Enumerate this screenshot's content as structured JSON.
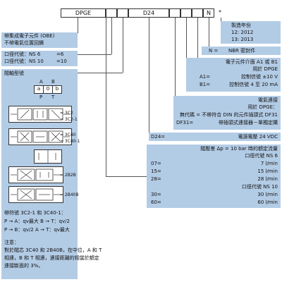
{
  "model_code": {
    "part1": "DPGE",
    "part2": "D24",
    "part3": "N",
    "part4": "*"
  },
  "obe": {
    "line1": "帶集成電子元件 (OBE)",
    "line2": "不帶電氣位置回饋"
  },
  "size": {
    "row1_label": "口徑代號：NS 6",
    "row1_value": "=6",
    "row2_label": "口徑代號：NS 10",
    "row2_value": "=10"
  },
  "spool": {
    "title": "閥軸型號",
    "labels": [
      "a",
      "0",
      "b"
    ],
    "top_ports": [
      "A",
      "B"
    ],
    "bottom_ports": [
      "P",
      "T"
    ],
    "codes1": [
      "= 3C2",
      "= 3C2-1"
    ],
    "codes2": [
      "= 3C40",
      "= 3C40-1"
    ],
    "code3": "= 2B2B",
    "code4": "= 2B40B",
    "note_line1": "帶符號 3C2-1 和 3C40-1：",
    "note_line2": "P → A：qv最大   B → T：qv/2",
    "note_line3": "P → B：qv/2   A → T：qv最大",
    "attention_title": "注意：",
    "attention_line1": "對於閥芯 3C40 和 2B40B，在中位，A 和 T",
    "attention_line2": "相連，B 和 T 相連，連接距離的相當於額定",
    "attention_line3": "連接斷面的 3%。"
  },
  "year": {
    "title": "製造年份",
    "line1": "12: 2012",
    "line2": "13: 2013"
  },
  "seal": {
    "left": "N =",
    "right": "NBR 密封件"
  },
  "interface": {
    "line1": "電子元件介面 A1 或 B1",
    "line2": "用於 DPGE",
    "a1_label": "A1=",
    "a1_value": "控制信號 ±10 V",
    "b1_label": "B1=",
    "b1_value": "控制信號 4 至 20 mA"
  },
  "connection": {
    "line1": "電氣連接",
    "line2": "用於 DPGE：",
    "line3": "無代碼 = 不帶符合 DIN 的元件插頭式 DF31",
    "line4_label": "DF31=",
    "line4_value": "帶插頭式連接器－單獨定購"
  },
  "voltage": {
    "label": "D24=",
    "value": "電源電壓 24 VDC"
  },
  "flow": {
    "title": "閥壓差 Δp = 10 bar 時的額定流量",
    "ns6_title": "口徑代號 NS 6",
    "ns6_rows": [
      {
        "code": "07=",
        "value": "7 l/min"
      },
      {
        "code": "15=",
        "value": "15 l/min"
      },
      {
        "code": "28=",
        "value": "28 l/min"
      }
    ],
    "ns10_title": "口徑代號 NS 10",
    "ns10_rows": [
      {
        "code": "30=",
        "value": "30 l/min"
      },
      {
        "code": "60=",
        "value": "60 l/min"
      }
    ]
  },
  "colors": {
    "panel": "#b3cce6",
    "line": "#555555"
  }
}
